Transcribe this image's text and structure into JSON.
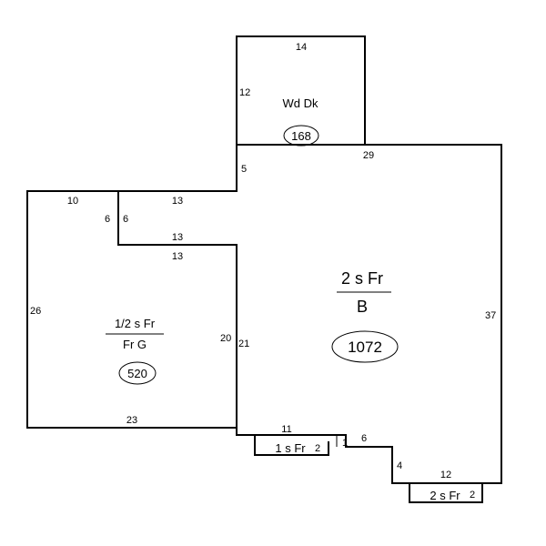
{
  "sketch": {
    "dimensions": {
      "deck_top": "14",
      "deck_left": "12",
      "deck_bottom_right": "29",
      "step_5": "5",
      "garage_top_left": "10",
      "garage_top_right": "13",
      "inner_6_left": "6",
      "inner_6_right": "6",
      "inner_13_top": "13",
      "inner_13_bottom": "13",
      "garage_left": "26",
      "wall_20": "20",
      "wall_21": "21",
      "garage_bottom": "23",
      "main_right": "37",
      "bottom_11": "11",
      "bottom_1": "1",
      "bottom_6": "6",
      "bottom_4": "4",
      "bottom_12": "12",
      "bay1_right": "2",
      "bay2_right": "2"
    },
    "areas": {
      "deck": {
        "label": "Wd Dk",
        "value": "168"
      },
      "main": {
        "label_top": "2 s Fr",
        "label_bottom": "B",
        "value": "1072"
      },
      "garage": {
        "label_top": "1/2 s Fr",
        "label_bottom": "Fr G",
        "value": "520"
      },
      "bay1": {
        "label": "1 s Fr"
      },
      "bay2": {
        "label": "2 s Fr"
      }
    }
  }
}
